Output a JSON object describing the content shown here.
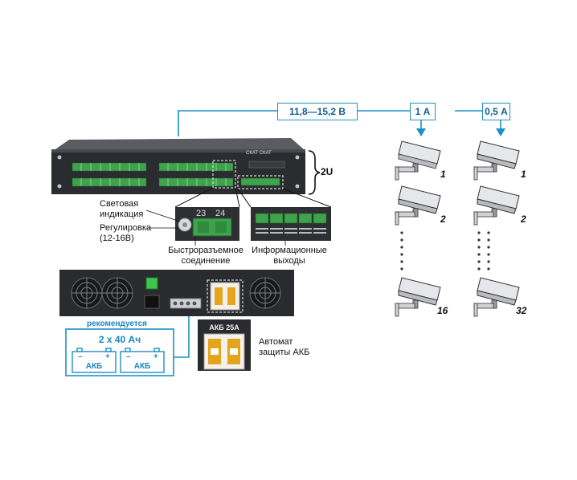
{
  "labels": {
    "voltage_range": "11,8—15,2 В",
    "current_1": "1 А",
    "current_2": "0,5 А",
    "rack_height": "2U",
    "light_indication": "Световая\nиндикация",
    "regulation": "Регулировка\n(12-16В)",
    "quick_connect": "Быстроразъемное\nсоединение",
    "info_outputs": "Информационные\nвыходы",
    "recommended": "рекомендуется",
    "battery_config": "2 х 40 Ач",
    "battery_left": "АКБ",
    "battery_right": "АКБ",
    "breaker_title": "АКБ 25А",
    "breaker_desc": "Автомат\nзащиты АКБ",
    "terminal_a": "23",
    "terminal_b": "24",
    "brand_plate": "СКАТ СКАТ"
  },
  "camera_columns": [
    {
      "current": "1 А",
      "cameras": [
        "1",
        "2",
        "16"
      ]
    },
    {
      "current": "0,5 А",
      "cameras": [
        "1",
        "2",
        "32"
      ]
    }
  ],
  "colors": {
    "accent": "#1f8fc4",
    "connector_green": "#3fa34d",
    "panel_dark": "#2a2b2e"
  }
}
